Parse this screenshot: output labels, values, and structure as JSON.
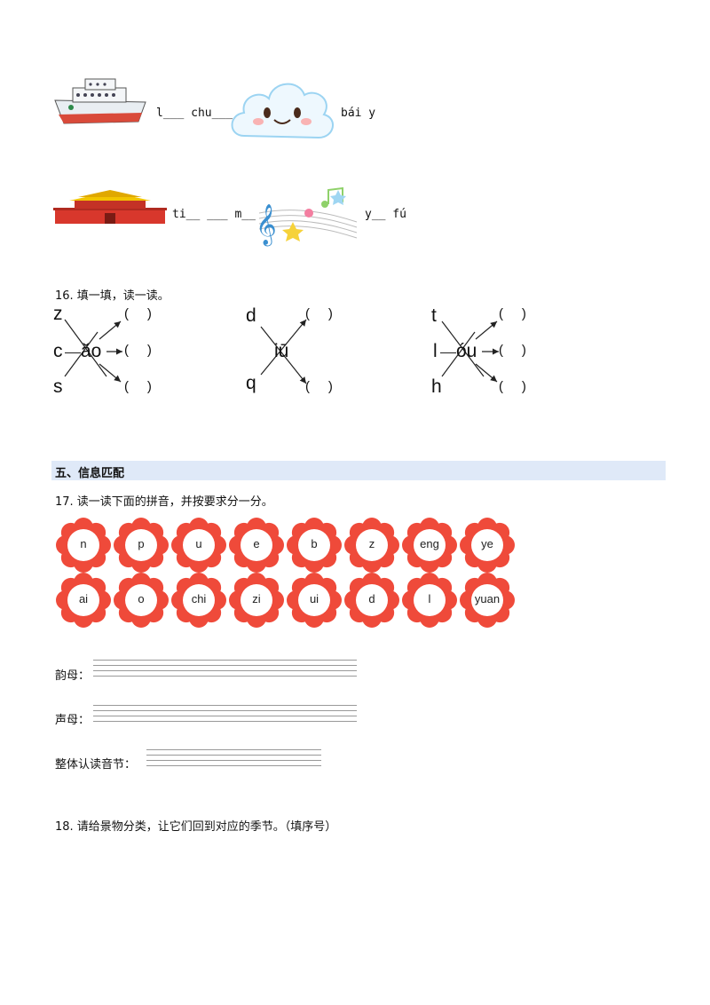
{
  "row1": {
    "blank1": "l___ chu___",
    "blank2": "bái y"
  },
  "row2": {
    "blank1": "ti__ ___ m__",
    "blank2": "y__ fú"
  },
  "q16": {
    "title": "16. 填一填，读一读。",
    "g1": {
      "top": "z",
      "mid_left": "c",
      "center": "ǎo",
      "bottom": "s"
    },
    "g2": {
      "top": "d",
      "center": "iū",
      "bottom": "q"
    },
    "g3": {
      "top": "t",
      "mid_left": "l",
      "center": "óu",
      "bottom": "h"
    },
    "paren": "(     )"
  },
  "section5": {
    "title": "五、信息匹配"
  },
  "q17": {
    "title": "17. 读一读下面的拼音，并按要求分一分。",
    "flowers_row1": [
      "n",
      "p",
      "u",
      "e",
      "b",
      "z",
      "eng",
      "ye"
    ],
    "flowers_row2": [
      "ai",
      "o",
      "chi",
      "zi",
      "ui",
      "d",
      "l",
      "yuan"
    ],
    "label_yunmu": "韵母：",
    "label_shengmu": "声母：",
    "label_zhengti": "整体认读音节："
  },
  "q18": {
    "title": "18. 请给景物分类，让它们回到对应的季节。（填序号）"
  },
  "colors": {
    "petal": "#ef4a3a",
    "section_bg": "#dfe9f8"
  }
}
